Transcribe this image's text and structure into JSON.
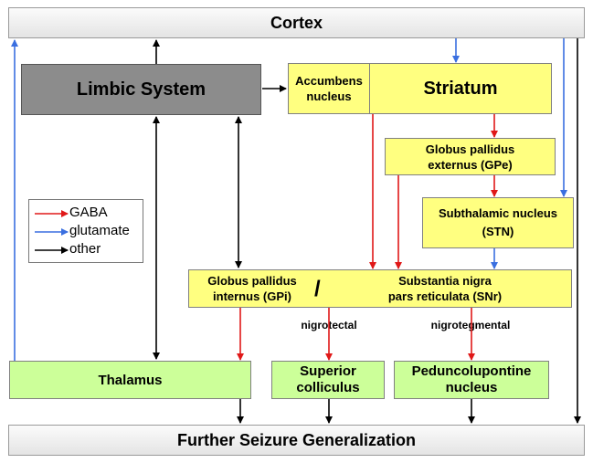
{
  "nodes": {
    "cortex": "Cortex",
    "limbic": "Limbic System",
    "accumbens": "Accumbens\nnucleus",
    "striatum": "Striatum",
    "gpe": "Globus pallidus\nexternus (GPe)",
    "stn": "Subthalamic nucleus\n(STN)",
    "gpi": "Globus pallidus\ninternus (GPi)",
    "slash": "/",
    "snr": "Substantia nigra\npars reticulata (SNr)",
    "thalamus": "Thalamus",
    "superior_colliculus": "Superior\ncolliculus",
    "pedunculopontine": "Peduncolupontine\nnucleus",
    "further": "Further Seizure Generalization"
  },
  "edge_labels": {
    "nigrotectal": "nigrotectal",
    "nigrotegmental": "nigrotegmental"
  },
  "legend": {
    "items": [
      {
        "label": "GABA",
        "color": "#e01818"
      },
      {
        "label": "glutamate",
        "color": "#3a6fe0"
      },
      {
        "label": "other",
        "color": "#000000"
      }
    ]
  },
  "colors": {
    "gaba": "#e01818",
    "glutamate": "#3a6fe0",
    "other": "#000000"
  }
}
